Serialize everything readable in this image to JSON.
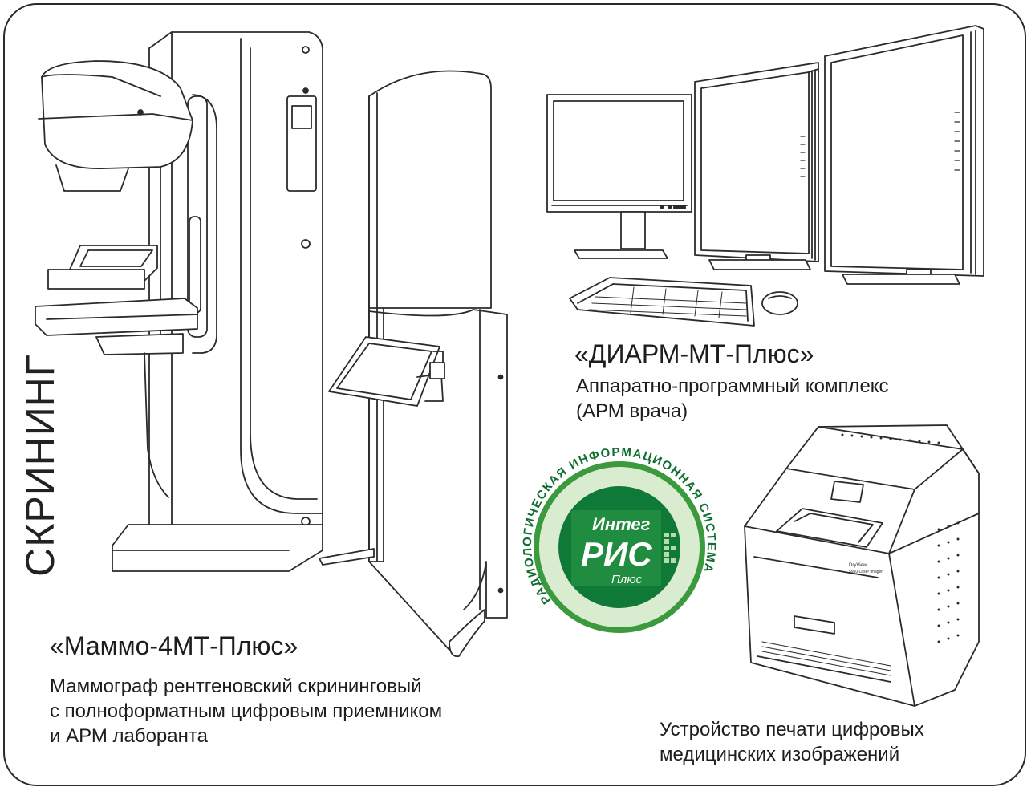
{
  "side_title": "СКРИНИНГ",
  "mammo": {
    "title": "«Маммо-4МТ-Плюс»",
    "desc_lines": [
      "Маммограф рентгеновский скрининговый",
      "с полноформатным цифровым приемником",
      "и АРМ лаборанта"
    ]
  },
  "diarm": {
    "title": "«ДИАРМ-МТ-Плюс»",
    "desc_lines": [
      "Аппаратно-программный комплекс",
      "(АРМ врача)"
    ]
  },
  "printer": {
    "desc_lines": [
      "Устройство печати цифровых",
      "медицинских изображений"
    ],
    "label_1": "DryView",
    "label_2": "5950 Laser Imager"
  },
  "logo": {
    "ring_text": "РАДИОЛОГИЧЕСКАЯ ИНФОРМАЦИОННАЯ СИСТЕМА",
    "word_1": "Интег",
    "word_2": "РИС",
    "word_3": "Плюс",
    "colors": {
      "outer": "#3b9a3e",
      "inner": "#0f7a38",
      "ring_text": "#0e6e2e",
      "ring_bg": "#d9ecd0"
    }
  }
}
